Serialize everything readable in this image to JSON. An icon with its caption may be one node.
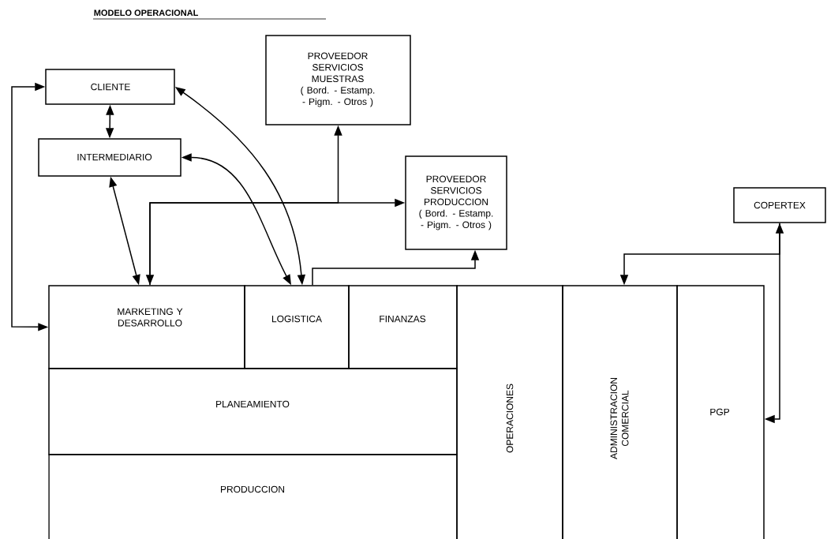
{
  "diagram": {
    "title": "MODELO OPERACIONAL",
    "nodes": [
      {
        "text": [
          "CLIENTE"
        ]
      },
      {
        "text": [
          "INTERMEDIARIO"
        ]
      },
      {
        "text": [
          "PROVEEDOR SERVICIOS MUESTRAS ( Bord. - Estamp. - Pigm. - Otros )"
        ]
      },
      {
        "text": [
          "PROVEEDOR SERVICIOS PRODUCCION ( Bord. - Estamp. - Pigm. - Otros )"
        ]
      },
      {
        "text": [
          "COPERTEX"
        ]
      },
      {
        "text": [
          "MARKETING Y DESARROLLO"
        ]
      },
      {
        "text": [
          "LOGISTICA"
        ]
      },
      {
        "text": [
          "FINANZAS"
        ]
      },
      {
        "text": [
          "PLANEAMIENTO"
        ]
      },
      {
        "text": [
          "PRODUCCION"
        ]
      },
      {
        "text": [
          "OPERACIONES"
        ]
      },
      {
        "text": [
          "ADMINISTRACION COMERCIAL"
        ]
      },
      {
        "text": [
          "PGP"
        ]
      }
    ],
    "edges": [
      {
        "from": 0,
        "to": 1,
        "arrow": "both"
      },
      {
        "from": 5,
        "to": 0,
        "arrow": "both"
      },
      {
        "from": 1,
        "to": 5,
        "arrow": "both"
      },
      {
        "from": 0,
        "to": 6,
        "arrow": "both"
      },
      {
        "from": 1,
        "to": 6,
        "arrow": "both"
      },
      {
        "from": 5,
        "to": 2,
        "arrow": "to"
      },
      {
        "from": 5,
        "to": 3,
        "arrow": "both"
      },
      {
        "from": 6,
        "to": 3,
        "arrow": "to"
      },
      {
        "from": 4,
        "to": 11,
        "arrow": "to"
      },
      {
        "from": 4,
        "to": 12,
        "arrow": "both"
      }
    ]
  }
}
